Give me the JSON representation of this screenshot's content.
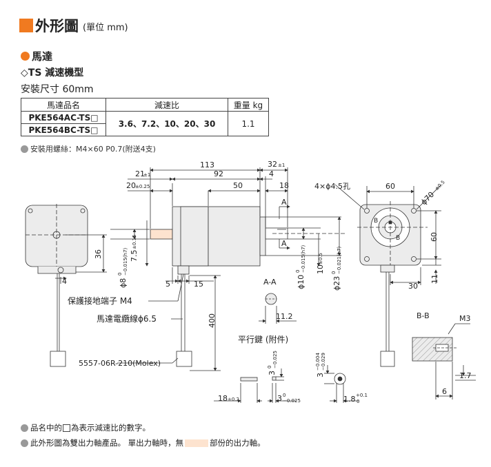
{
  "section": {
    "title": "外形圖",
    "unit_note": "(單位 mm)"
  },
  "motor_heading": "馬達",
  "model_line": "◇TS 減速機型",
  "size_line": "安裝尺寸 60mm",
  "table": {
    "headers": [
      "馬達品名",
      "減速比",
      "重量 kg"
    ],
    "models": [
      "PKE564AC-TS□",
      "PKE564BC-TS□"
    ],
    "ratios": "3.6、7.2、10、20、30",
    "weight": "1.1"
  },
  "screw_note": "安裝用螺絲：M4×60 P0.7(附送4支)",
  "dims": {
    "d113": "113",
    "d32": "32",
    "d32tol": "±1",
    "d21": "21",
    "d21tol": "±1",
    "d92": "92",
    "d4top": "4",
    "d20": "20",
    "d20tol": "±0.25",
    "d50": "50",
    "d18": "18",
    "d60top": "60",
    "holes": "4×ϕ4.5孔",
    "d70": "ϕ70",
    "d70tol": "±0.5",
    "aLabel": "A",
    "d36": "36",
    "d4left": "4",
    "d8": "ϕ8",
    "d8tol": "−0.015(h7)",
    "d8tol0": "0",
    "d75": "7.5",
    "d75tol": "±0.15",
    "d10": "ϕ10",
    "d10tol": "−0.015(h7)",
    "d10tol0": "0",
    "d10b": "10",
    "d10btol": "±0.5",
    "d23": "ϕ23",
    "d23tol": "−0.021(h7)",
    "d23tol0": "0",
    "d60right": "60",
    "d11right": "11",
    "d30": "30",
    "d5": "5",
    "d15": "15",
    "d400": "400",
    "groundLabel": "保護接地端子 M4",
    "cableLabel": "馬達電纜線ϕ6.5",
    "connector": "5557-06R-210(Molex)",
    "aaTitle": "A-A",
    "d112": "11.2",
    "keyTitle": "平行鍵 (附件)",
    "key3a": "3",
    "key3atol": "0",
    "key3atol2": "−0.025",
    "key3b": "3",
    "key3btol": "−0.004",
    "key3btol2": "−0.029",
    "key18": "18",
    "key18tol": "±0.2",
    "key3c": "3",
    "key3ctol": "0",
    "key3ctol2": "−0.025",
    "key18b": "1.8",
    "key18btol": "+0.1",
    "key18btol2": "0",
    "bbTitle": "B-B",
    "m3": "M3",
    "d17": "1.7",
    "d6": "6",
    "bLabel": "B"
  },
  "footnotes": {
    "note1_before": "品名中的",
    "note1_after": "為表示減速比的數字。",
    "note2_before": "此外形圖為雙出力軸產品。 單出力軸時，無",
    "note2_after": "部份的出力軸。"
  },
  "colors": {
    "accent": "#f07a20",
    "body_fill": "#ececec",
    "shaft_fill": "#fde3cf"
  }
}
